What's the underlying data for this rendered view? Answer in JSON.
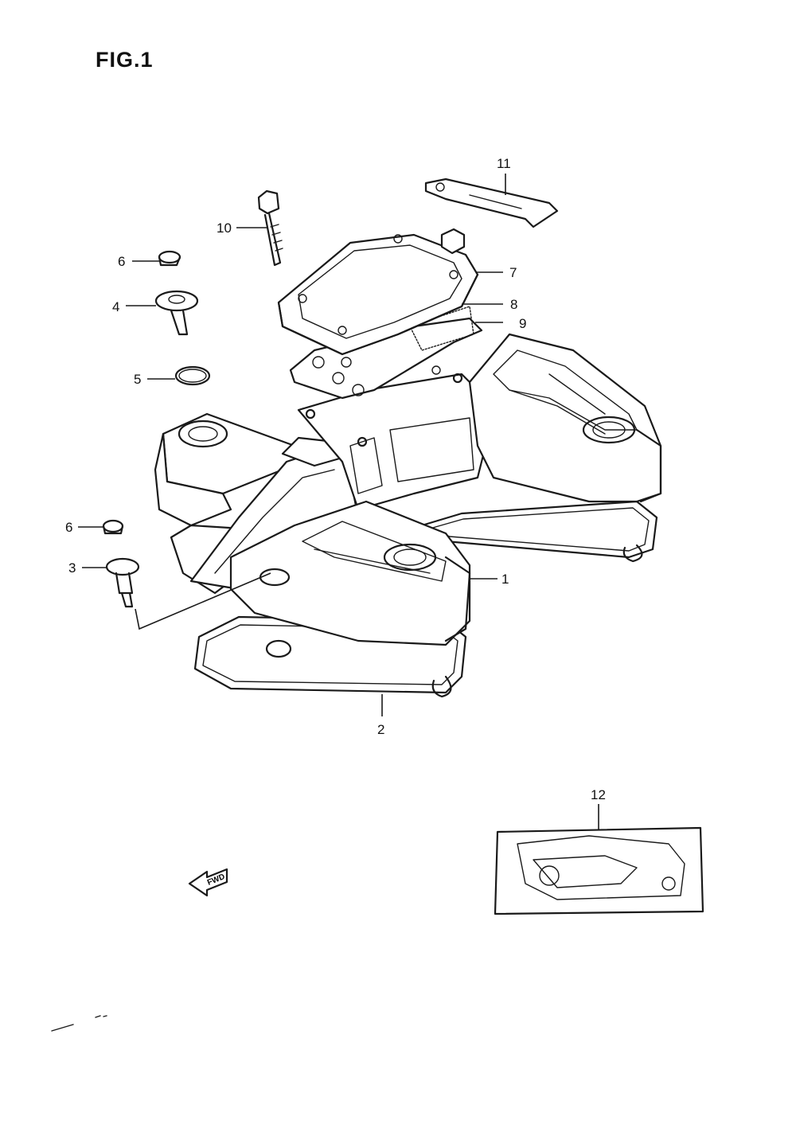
{
  "figure": {
    "title": "FIG.1"
  },
  "callouts": [
    {
      "id": "1",
      "label": "1"
    },
    {
      "id": "2",
      "label": "2"
    },
    {
      "id": "3",
      "label": "3"
    },
    {
      "id": "4",
      "label": "4"
    },
    {
      "id": "5",
      "label": "5"
    },
    {
      "id": "6a",
      "label": "6"
    },
    {
      "id": "6b",
      "label": "6"
    },
    {
      "id": "7",
      "label": "7"
    },
    {
      "id": "8",
      "label": "8"
    },
    {
      "id": "9",
      "label": "9"
    },
    {
      "id": "10",
      "label": "10"
    },
    {
      "id": "11",
      "label": "11"
    },
    {
      "id": "12",
      "label": "12"
    }
  ],
  "direction_marker": {
    "label": "FWD",
    "icon": "forward-arrow-icon"
  }
}
